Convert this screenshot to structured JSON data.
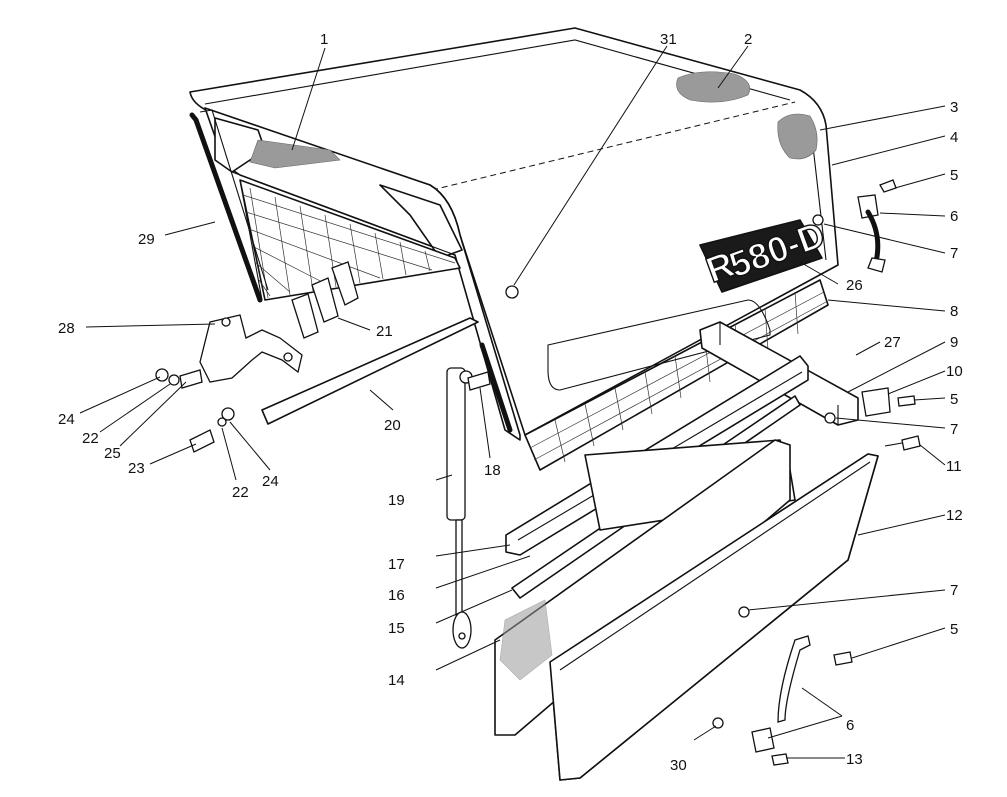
{
  "brand": {
    "decal_text": "580-D",
    "decal_prefix": "R"
  },
  "callouts": {
    "c1": "1",
    "c2": "2",
    "c3": "3",
    "c4": "4",
    "c5a": "5",
    "c6a": "6",
    "c7a": "7",
    "c26": "26",
    "c8": "8",
    "c27": "27",
    "c9": "9",
    "c10": "10",
    "c5b": "5",
    "c7b": "7",
    "c11": "11",
    "c12": "12",
    "c7c": "7",
    "c5c": "5",
    "c6b": "6",
    "c13": "13",
    "c30": "30",
    "c14": "14",
    "c15": "15",
    "c16": "16",
    "c17": "17",
    "c19": "19",
    "c18": "18",
    "c20": "20",
    "c21": "21",
    "c29": "29",
    "c28": "28",
    "c24a": "24",
    "c22a": "22",
    "c25": "25",
    "c23": "23",
    "c22b": "22",
    "c24b": "24",
    "c31": "31"
  }
}
